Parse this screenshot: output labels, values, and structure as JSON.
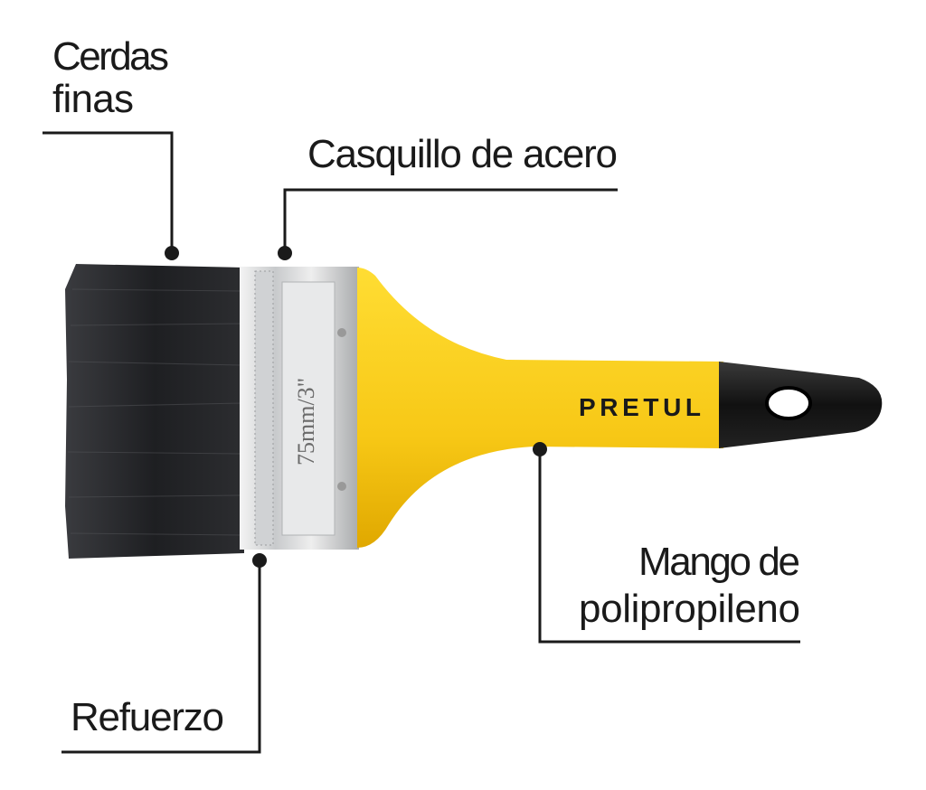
{
  "labels": {
    "bristles": [
      "Cerdas",
      "finas"
    ],
    "ferrule": "Casquillo de acero",
    "handle": [
      "Mango de",
      "polipropileno"
    ],
    "reinforcement": "Refuerzo"
  },
  "product": {
    "brand": "PRETUL",
    "size": "75mm/3\""
  },
  "colors": {
    "handle": "#f7cc1c",
    "grip": "#1b1b1b",
    "bristles": "#2a2b2e",
    "ferrule": "#d4d6d8",
    "leader_lines": "#1a1a1a"
  }
}
